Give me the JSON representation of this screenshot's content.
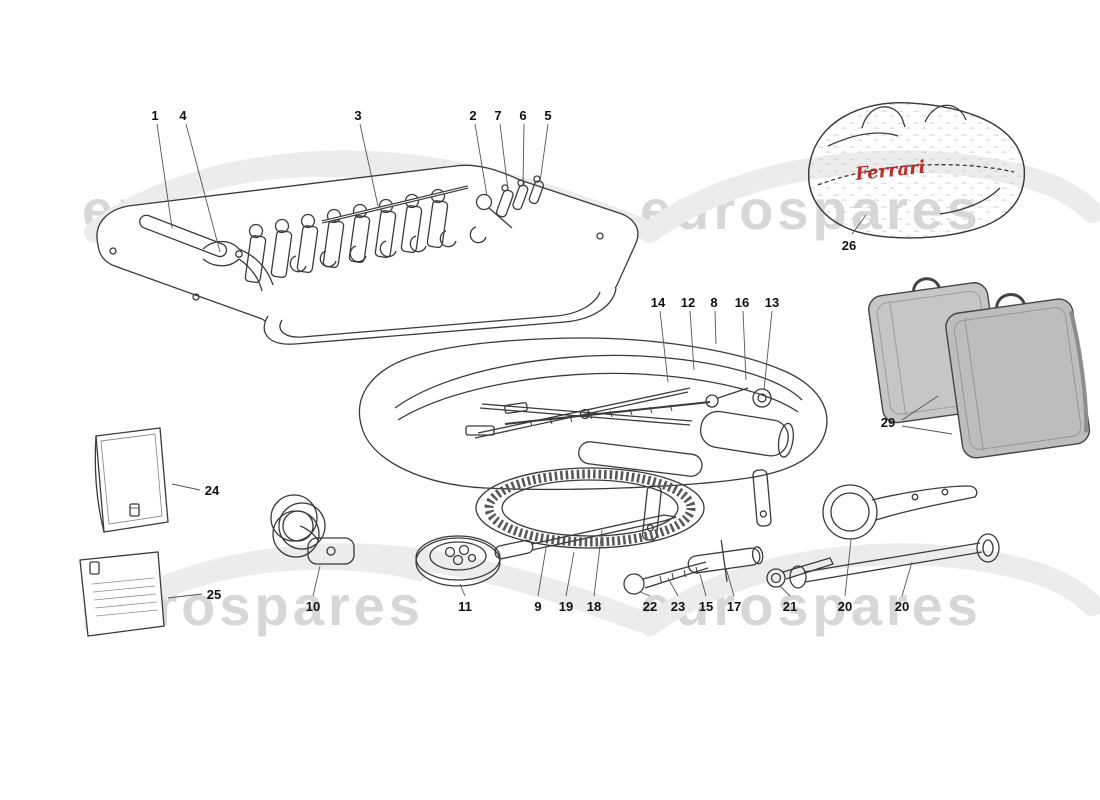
{
  "watermark": {
    "text": "eurospares",
    "color": "#d7d7d7"
  },
  "bag_brand": {
    "label": "Ferrari",
    "color": "#b5302c"
  },
  "callouts": [
    {
      "label": "1"
    },
    {
      "label": "4"
    },
    {
      "label": "3"
    },
    {
      "label": "2"
    },
    {
      "label": "7"
    },
    {
      "label": "6"
    },
    {
      "label": "5"
    },
    {
      "label": "26"
    },
    {
      "label": "14"
    },
    {
      "label": "12"
    },
    {
      "label": "8"
    },
    {
      "label": "16"
    },
    {
      "label": "13"
    },
    {
      "label": "29"
    },
    {
      "label": "24"
    },
    {
      "label": "25"
    },
    {
      "label": "10"
    },
    {
      "label": "11"
    },
    {
      "label": "9"
    },
    {
      "label": "19"
    },
    {
      "label": "18"
    },
    {
      "label": "22"
    },
    {
      "label": "23"
    },
    {
      "label": "15"
    },
    {
      "label": "17"
    },
    {
      "label": "21"
    },
    {
      "label": "20"
    },
    {
      "label": "20"
    }
  ]
}
